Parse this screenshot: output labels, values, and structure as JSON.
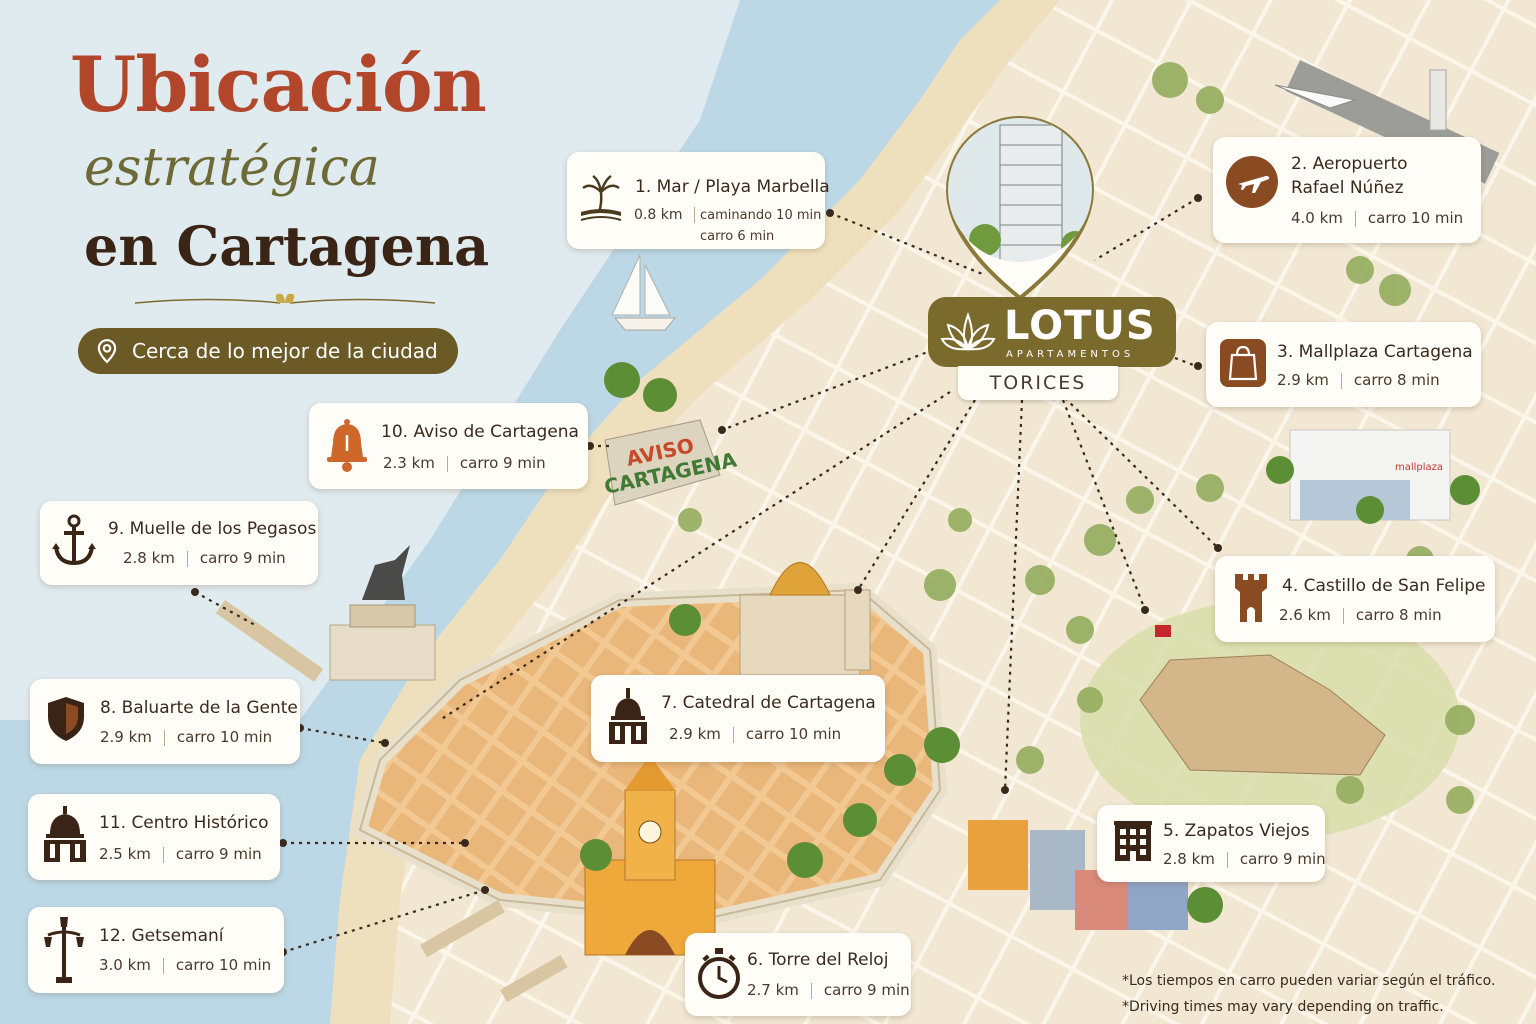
{
  "title": {
    "line1": "Ubicación",
    "line2": "estratégica",
    "line3": "en Cartagena"
  },
  "tagline": {
    "icon": "location-pin-icon",
    "text": "Cerca de lo mejor de la ciudad"
  },
  "hub": {
    "brand": "LOTUS",
    "subtitle": "APARTAMENTOS",
    "neighborhood": "TORICES"
  },
  "map_labels": {
    "aviso_line1": "AVISO",
    "aviso_line2": "CARTAGENA",
    "mall_sign": "mallplaza"
  },
  "colors": {
    "brand_olive": "#7a6a2c",
    "title_red": "#b2462a",
    "accent_brown": "#8a4a22",
    "sea": "#a9cde0",
    "land": "#f3ead9"
  },
  "places": [
    {
      "name": "1. Mar / Playa Marbella",
      "distance": "0.8 km",
      "time": "caminando 10 min",
      "time2": "carro 6 min",
      "icon": "palm-beach-icon"
    },
    {
      "name": "2. Aeropuerto",
      "name2": "Rafael Núñez",
      "distance": "4.0 km",
      "time": "carro 10 min",
      "icon": "airplane-icon"
    },
    {
      "name": "3. Mallplaza Cartagena",
      "distance": "2.9 km",
      "time": "carro 8 min",
      "icon": "shopping-bag-icon"
    },
    {
      "name": "4. Castillo de San Felipe",
      "distance": "2.6 km",
      "time": "carro 8 min",
      "icon": "castle-tower-icon"
    },
    {
      "name": "5. Zapatos Viejos",
      "distance": "2.8 km",
      "time": "carro 9 min",
      "icon": "building-icon"
    },
    {
      "name": "6. Torre del Reloj",
      "distance": "2.7 km",
      "time": "carro 9 min",
      "icon": "clock-icon"
    },
    {
      "name": "7. Catedral de Cartagena",
      "distance": "2.9 km",
      "time": "carro 10 min",
      "icon": "cathedral-icon"
    },
    {
      "name": "8. Baluarte de la Gente",
      "distance": "2.9 km",
      "time": "carro 10 min",
      "icon": "shield-icon"
    },
    {
      "name": "9. Muelle de los Pegasos",
      "distance": "2.8 km",
      "time": "carro 9 min",
      "icon": "anchor-icon"
    },
    {
      "name": "10. Aviso de Cartagena",
      "distance": "2.3 km",
      "time": "carro 9 min",
      "icon": "bell-icon"
    },
    {
      "name": "11. Centro Histórico",
      "distance": "2.5 km",
      "time": "carro 9 min",
      "icon": "dome-icon"
    },
    {
      "name": "12. Getsemaní",
      "distance": "3.0 km",
      "time": "carro 10 min",
      "icon": "street-lamp-icon"
    }
  ],
  "notes": {
    "es": "*Los tiempos en carro pueden variar según el tráfico.",
    "en": "*Driving times may vary depending on traffic."
  }
}
